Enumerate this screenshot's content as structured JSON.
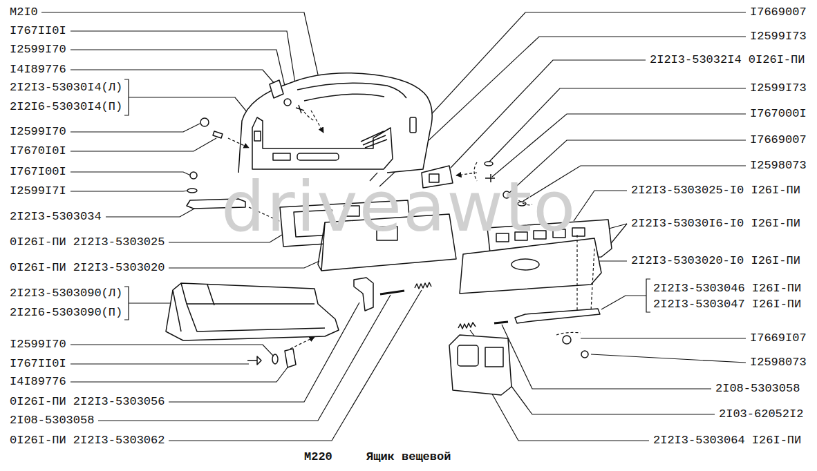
{
  "diagram": {
    "title": "Ящик вещевой",
    "labels": [
      "M2I0",
      "I767II0I",
      "I2599I70",
      "I4I89776",
      "2I2I3-53030I4(Л)",
      "2I2I6-53030I4(П)",
      "I2599I70",
      "I7670I0I",
      "I767I00I",
      "I2599I7I",
      "2I2I3-5303034",
      "0I26I-ПИ 2I2I3-5303025",
      "0I26I-ПИ 2I2I3-5303020",
      "2I2I3-5303090(Л)",
      "2I2I6-5303090(П)",
      "I2599I70",
      "I767II0I",
      "I4I89776",
      "0I26I-ПИ 2I2I3-5303056",
      "2I08-5303058",
      "0I26I-ПИ 2I2I3-5303062",
      "I7669007",
      "I2599I73",
      "2I2I3-53032I4 0I26I-ПИ",
      "I2599I73",
      "I767000I",
      "I7669007",
      "I2598073",
      "2I2I3-5303025-I0 I26I-ПИ",
      "2I2I3-53030I6-I0 I26I-ПИ",
      "2I2I3-5303020-I0 I26I-ПИ",
      "2I2I3-5303046 I26I-ПИ",
      "2I2I3-5303047 I26I-ПИ",
      "I7669I07",
      "I2598073",
      "2I08-5303058",
      "2I03-62052I2",
      "2I2I3-5303064 I26I-ПИ",
      "M220",
      "driveawto"
    ]
  }
}
